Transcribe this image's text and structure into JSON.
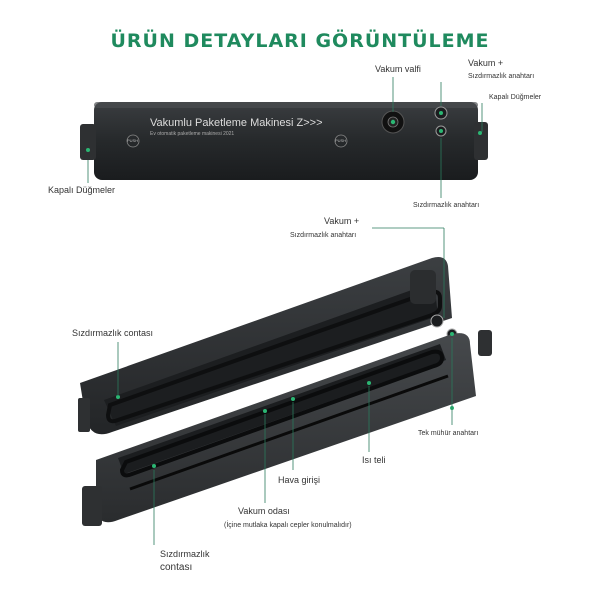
{
  "title": "ÜRÜN DETAYLARI GÖRÜNTÜLEME",
  "device_top": {
    "brand_text": "Vakumlu Paketleme Makinesi Z>>>",
    "brand_subtext": "Ev otomatik paketleme makinesi 2021",
    "button_left": "PUSH",
    "button_right": "PUSH"
  },
  "labels": {
    "vakum_valfi": "Vakum valfi",
    "vakum_plus_top": "Vakum +",
    "sizdirmazlik_top": "Sızdırmazlık anahtarı",
    "kapali_dugmeler_right": "Kapalı Düğmeler",
    "kapali_dugmeler_left": "Kapalı Düğmeler",
    "sizdirmazlik_anahtari_bottom": "Sızdırmazlık anahtarı",
    "vakum_plus_open": "Vakum +",
    "sizdirmazlik_open": "Sızdırmazlık anahtarı",
    "sizdirmazlik_contasi_top": "Sızdırmazlık contası",
    "tek_muhur": "Tek mühür anahtarı",
    "isi_teli": "Isı teli",
    "hava_girisi": "Hava girişi",
    "vakum_odasi": "Vakum odası",
    "vakum_odasi_note": "(İçine mutlaka kapalı cepler konulmalıdır)",
    "sizdirmazlik_bottom_1": "Sızdırmazlık",
    "sizdirmazlik_bottom_2": "contası"
  },
  "colors": {
    "accent": "#1f8a5e",
    "device_body": "#2b2e30",
    "device_dark": "#1a1c1e",
    "leader_line": "#2a7a5c"
  }
}
